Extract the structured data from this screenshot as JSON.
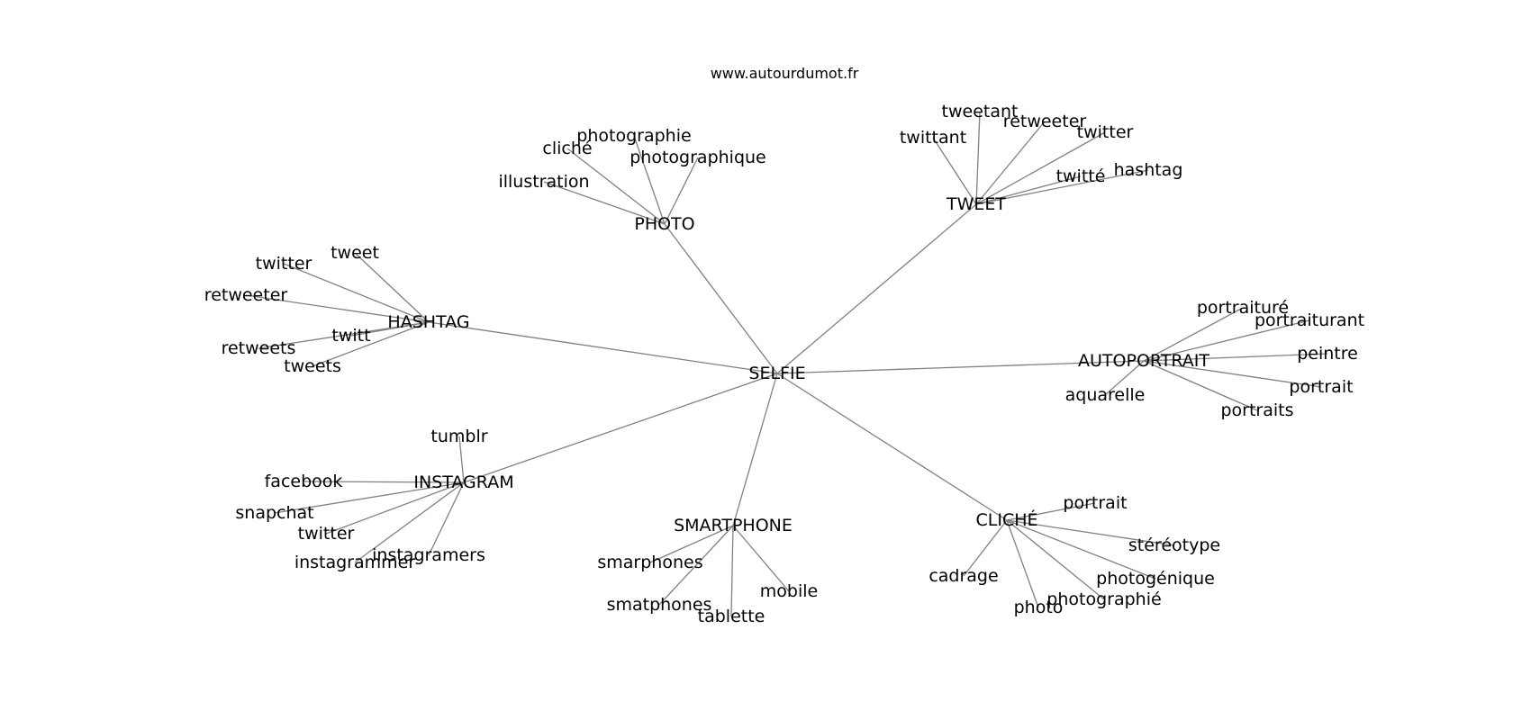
{
  "site": "www.autourdumot.fr",
  "graph": {
    "center": "SELFIE",
    "clusters": [
      {
        "word": "PHOTO",
        "related": [
          "photographie",
          "cliché",
          "photographique",
          "illustration"
        ]
      },
      {
        "word": "TWEET",
        "related": [
          "tweetant",
          "retweeter",
          "twittant",
          "twitter",
          "twitté",
          "hashtag"
        ]
      },
      {
        "word": "HASHTAG",
        "related": [
          "tweet",
          "twitter",
          "retweeter",
          "twitt",
          "retweets",
          "tweets"
        ]
      },
      {
        "word": "AUTOPORTRAIT",
        "related": [
          "portraituré",
          "portraiturant",
          "peintre",
          "portrait",
          "aquarelle",
          "portraits"
        ]
      },
      {
        "word": "INSTAGRAM",
        "related": [
          "tumblr",
          "facebook",
          "snapchat",
          "twitter",
          "instagrammer",
          "instagramers"
        ]
      },
      {
        "word": "SMARTPHONE",
        "related": [
          "smarphones",
          "mobile",
          "smatphones",
          "tablette"
        ]
      },
      {
        "word": "CLICHÉ",
        "related": [
          "portrait",
          "stéréotype",
          "photogénique",
          "cadrage",
          "photographié",
          "photo"
        ]
      }
    ]
  }
}
